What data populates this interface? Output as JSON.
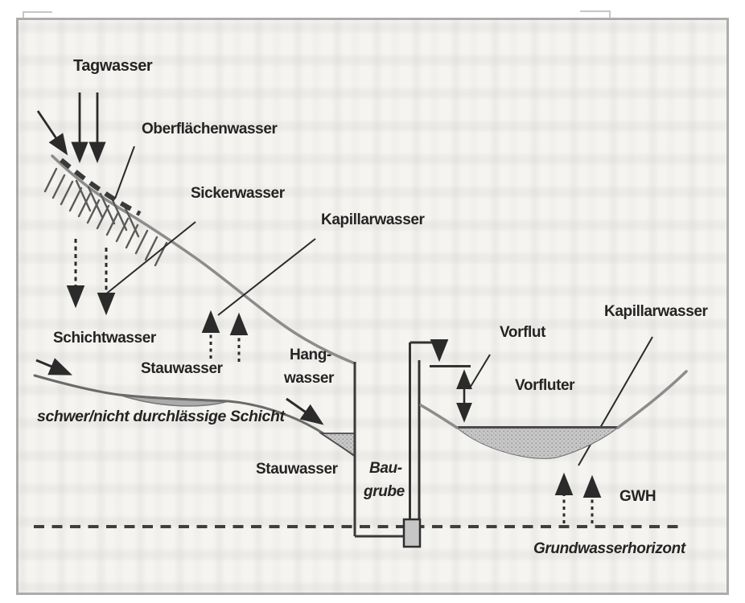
{
  "diagram": {
    "labels": {
      "tagwasser": "Tagwasser",
      "oberflaechenwasser": "Oberflächenwasser",
      "sickerwasser": "Sickerwasser",
      "kapillarwasser_upper": "Kapillarwasser",
      "schichtwasser": "Schichtwasser",
      "stauwasser_lens": "Stauwasser",
      "hangwasser_line1": "Hang-",
      "hangwasser_line2": "wasser",
      "impermeable_layer": "schwer/nicht durchlässige Schicht",
      "stauwasser_pit": "Stauwasser",
      "baugrube_line1": "Bau-",
      "baugrube_line2": "grube",
      "vorflut": "Vorflut",
      "vorfluter": "Vorfluter",
      "kapillarwasser_right": "Kapillarwasser",
      "gwh": "GWH",
      "grundwasserhorizont": "Grundwasserhorizont"
    },
    "colors": {
      "label_text": "#242424",
      "frame_border": "#aeaeae",
      "paper_background": "#f5f4f1",
      "terrain_line": "#8c8c8c",
      "layer_line": "#6a6a6a",
      "water_fill": "#c7c7c7",
      "arrow_line": "#2b2b2b",
      "groundwater_dash": "#3f3f3f"
    }
  }
}
